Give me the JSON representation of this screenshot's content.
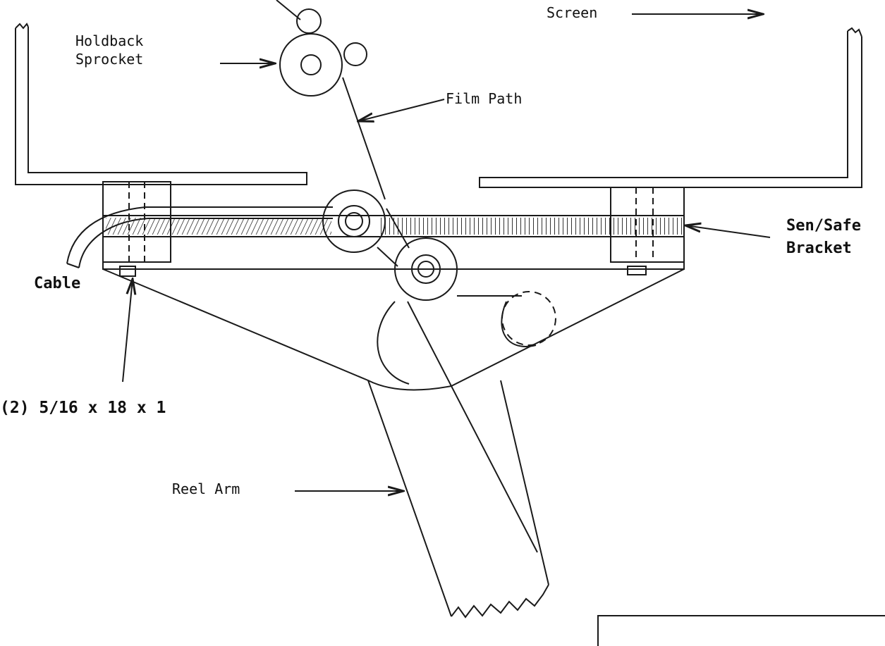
{
  "diagram": {
    "labels": {
      "holdback_sprocket": [
        "Holdback",
        "Sprocket"
      ],
      "screen": "Screen",
      "film_path": "Film Path",
      "sen_safe_bracket": [
        "Sen/Safe",
        "Bracket"
      ],
      "cable": "Cable",
      "bolt_spec": "(2) 5/16 x 18 x 1",
      "reel_arm": "Reel Arm"
    },
    "colors": {
      "ink": "#1a1a1a",
      "paper": "#ffffff"
    }
  }
}
